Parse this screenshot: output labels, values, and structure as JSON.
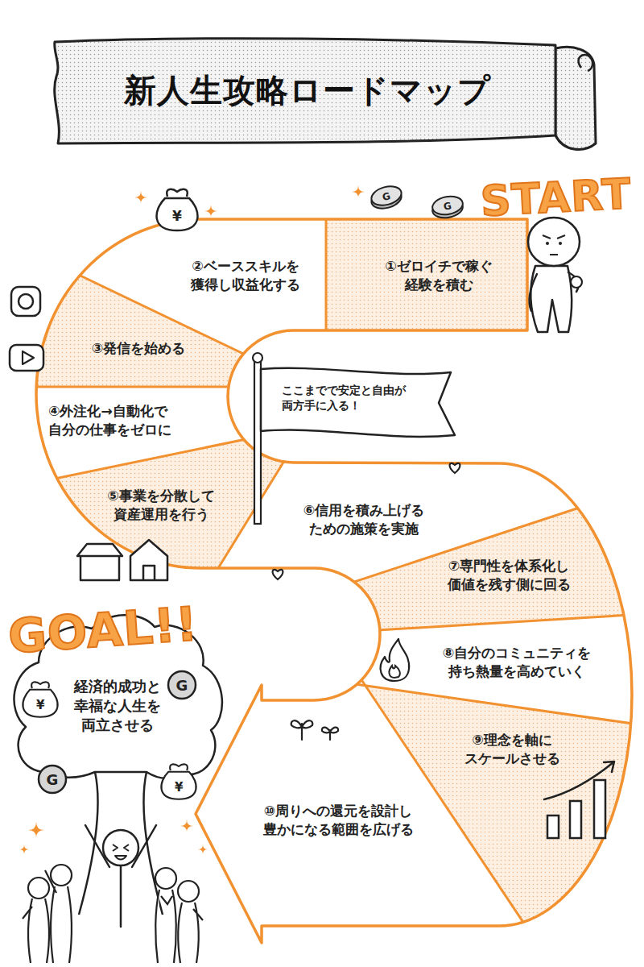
{
  "diagram": {
    "title": "新人生攻略ロードマップ",
    "nodes": [
      {
        "text": [
          "①ゼロイチで稼ぐ 経験を積む"
        ]
      },
      {
        "text": [
          "②ベーススキルを 獲得し収益化する"
        ]
      },
      {
        "text": [
          "③発信を始める"
        ]
      },
      {
        "text": [
          "ここまでで安定と自由が 両方手に入る！"
        ]
      },
      {
        "text": [
          "④外注化→自動化で 自分の仕事をゼロに"
        ]
      },
      {
        "text": [
          "⑤事業を分散して 資産運用を行う"
        ]
      },
      {
        "text": [
          "⑥信用を積み上げる ための施策を実施"
        ]
      },
      {
        "text": [
          "⑦専門性を体系化し 価値を残す側に回る"
        ]
      },
      {
        "text": [
          "⑧自分のコミュニティを 持ち熱量を高めていく"
        ]
      },
      {
        "text": [
          "経済的成功と 幸福な人生を 両立させる"
        ]
      },
      {
        "text": [
          "⑨理念を軸に スケールさせる"
        ]
      },
      {
        "text": [
          "⑩周りへの還元を設計し 豊かになる範囲を広げる"
        ]
      }
    ],
    "labels": [
      "¥",
      "G",
      "G",
      "START",
      "GOAL!!",
      "¥",
      "G",
      "G",
      "¥"
    ]
  }
}
